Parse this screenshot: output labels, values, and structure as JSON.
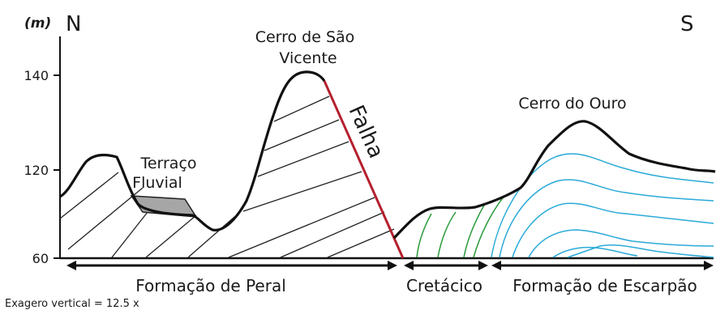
{
  "unit_label": "(m)",
  "direction_left": "N",
  "direction_right": "S",
  "y_ticks": [
    {
      "value": 140,
      "label": "140"
    },
    {
      "value": 120,
      "label": "120"
    },
    {
      "value": 60,
      "label": "60"
    }
  ],
  "labels": {
    "cerro_sao_vicente_line1": "Cerro de São",
    "cerro_sao_vicente_line2": "Vicente",
    "terraco_line1": "Terraço",
    "terraco_line2": "Fluvial",
    "falha": "Falha",
    "cerro_ouro": "Cerro do Ouro"
  },
  "formations": [
    {
      "key": "peral",
      "label": "Formação de Peral"
    },
    {
      "key": "cretacico",
      "label": "Cretácico"
    },
    {
      "key": "escarpao",
      "label": "Formação de Escarpão"
    }
  ],
  "vertical_exaggeration": "Exagero vertical = 12.5 x",
  "colors": {
    "fault": "#b5202e",
    "cretacico_strata": "#2a9a3a",
    "escarpao_strata": "#2aaad8",
    "terrace_fill": "#a6a6a6",
    "outline": "#111111"
  }
}
